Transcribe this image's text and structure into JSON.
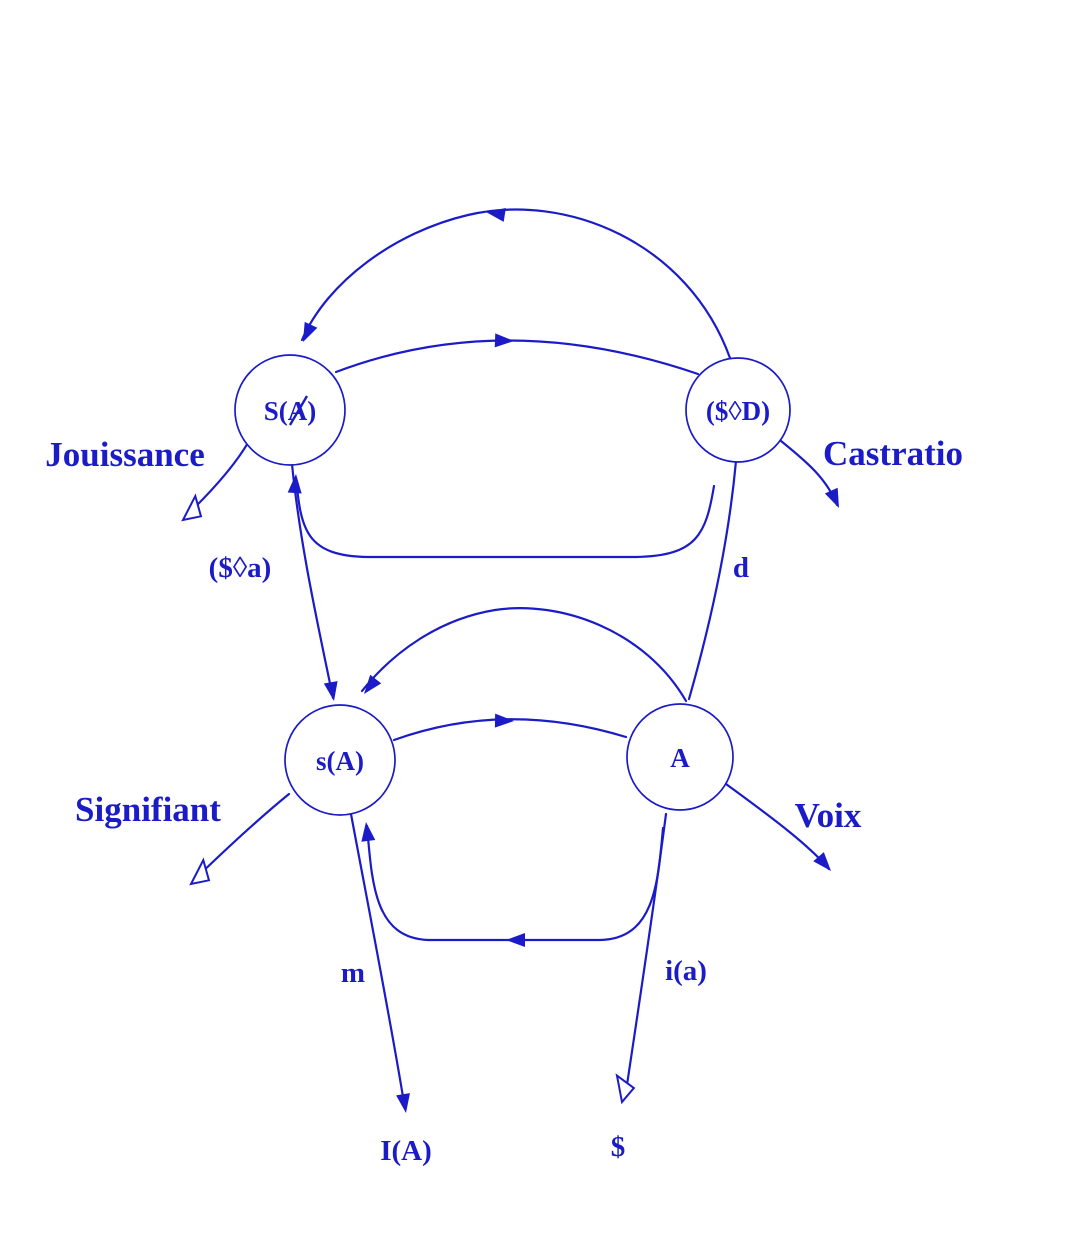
{
  "colors": {
    "ink": "#1b1bc8",
    "background": "#ffffff"
  },
  "nodes": {
    "signifier_of_lack": {
      "label": "S(Ⱥ)",
      "label_ascii": "S(A)"
    },
    "drive": {
      "label": "($◊D)"
    },
    "signified_of_other": {
      "label": "s(A)"
    },
    "big_other": {
      "label": "A"
    }
  },
  "outer_labels": {
    "jouissance": "Jouissance",
    "castration": "Castratio",
    "signifiant": "Signifiant",
    "voix": "Voix"
  },
  "edge_labels": {
    "fantasy": "($◊a)",
    "desire": "d",
    "ego": "m",
    "ideal_ego": "i(a)",
    "ego_ideal": "I(A)",
    "barred_subject": "$"
  }
}
